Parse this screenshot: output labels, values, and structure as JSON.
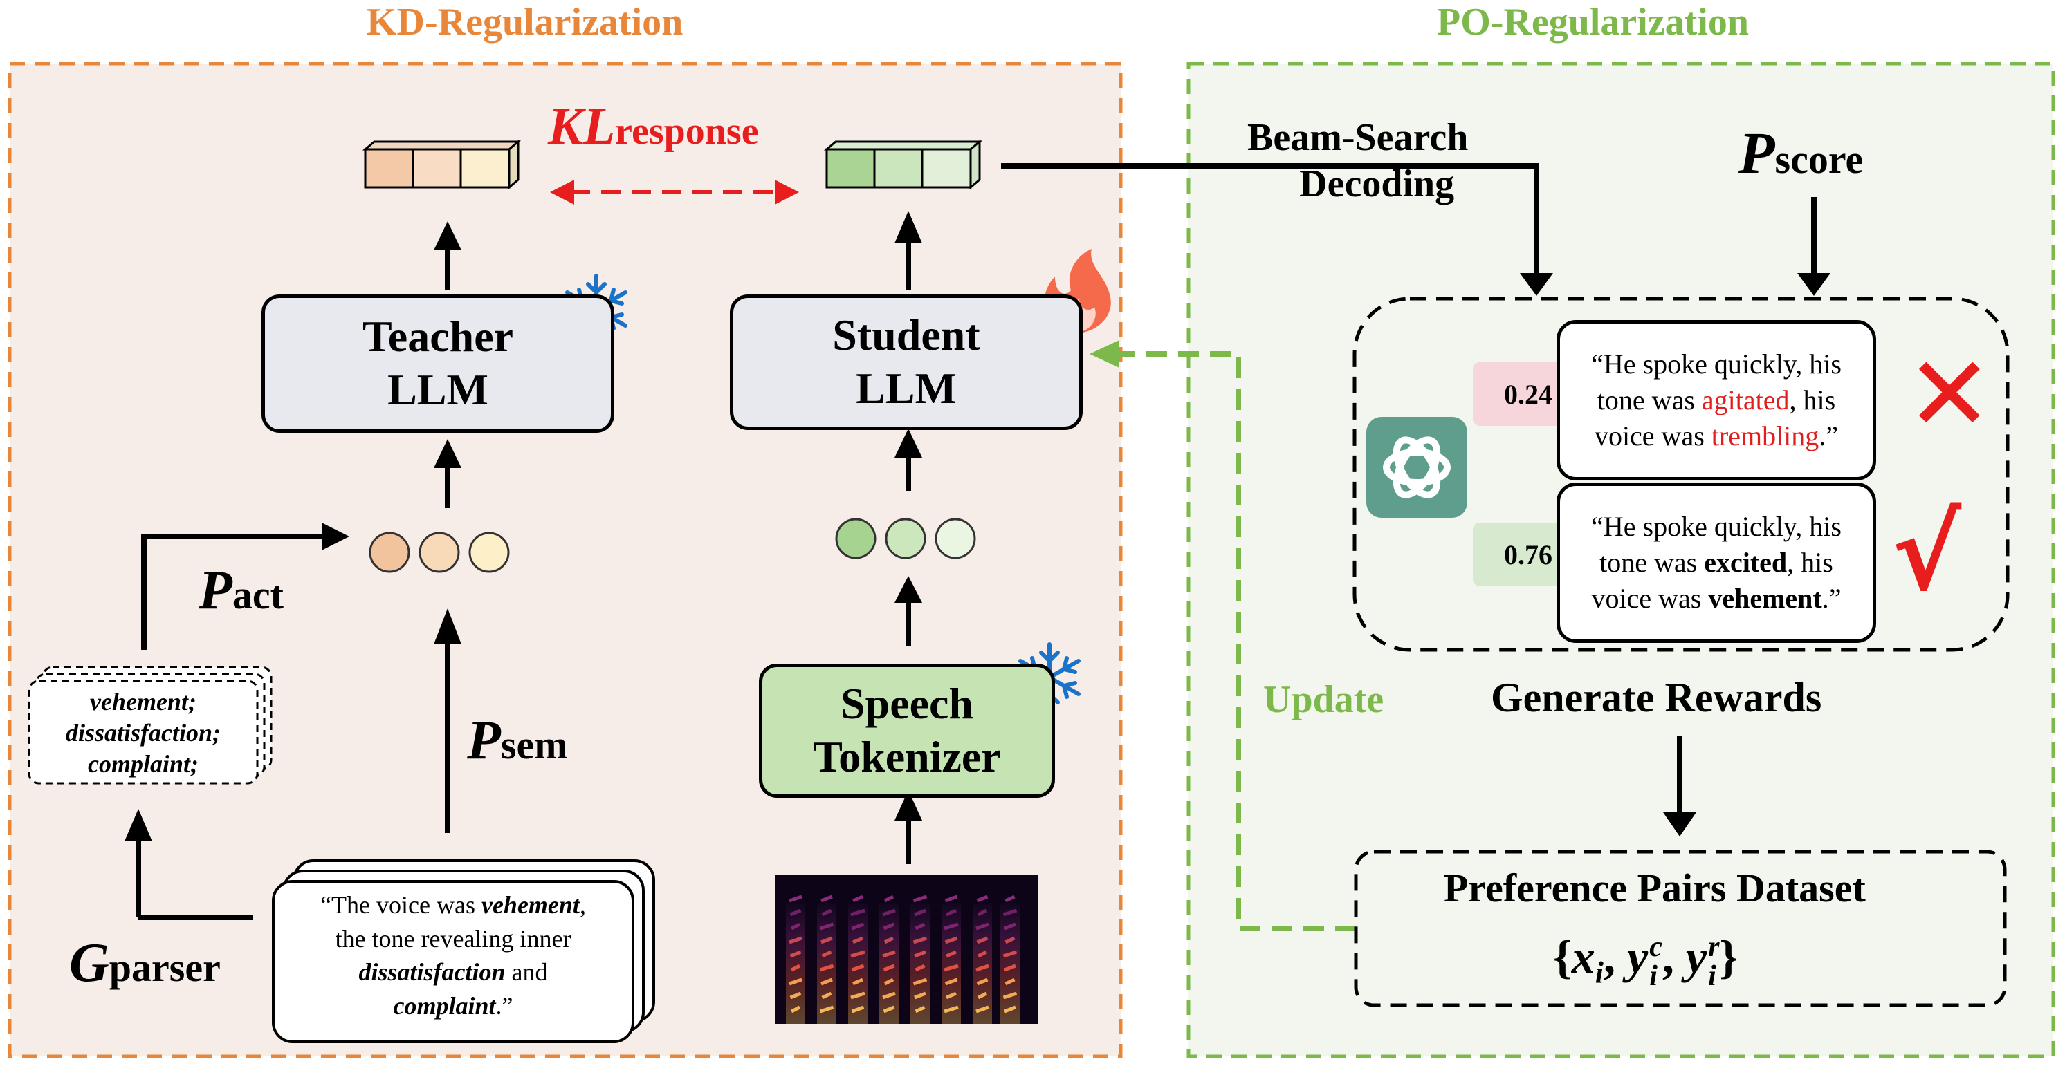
{
  "headers": {
    "kd": "KD-Regularization",
    "po": "PO-Regularization"
  },
  "colors": {
    "kd_accent": "#e8873a",
    "po_accent": "#7cb84a",
    "kl_red": "#e81e1e",
    "kd_panel_bg": "#f7ede8",
    "po_panel_bg": "#f3f6ee"
  },
  "kl": {
    "main": "KL",
    "sub": "response"
  },
  "teacher": {
    "line1": "Teacher",
    "line2": "LLM",
    "icon": "snowflake-icon"
  },
  "student": {
    "line1": "Student",
    "line2": "LLM",
    "icon": "flame-icon"
  },
  "tokenizer": {
    "line1": "Speech",
    "line2": "Tokenizer",
    "icon": "snowflake-icon"
  },
  "prompts": {
    "act": {
      "main": "P",
      "sub": "act"
    },
    "sem": {
      "main": "P",
      "sub": "sem"
    },
    "score": {
      "main": "P",
      "sub": "score"
    }
  },
  "parser": {
    "main": "G",
    "sub": "parser"
  },
  "keywords": {
    "line1": "vehement;",
    "line2": "dissatisfaction;",
    "line3": "complaint;"
  },
  "caption": {
    "part1": "“The voice was ",
    "em1": "vehement",
    "part2": ",",
    "line2": "the tone revealing inner",
    "em2": "dissatisfaction",
    "part3": " and",
    "em3": "complaint",
    "part4": ".”"
  },
  "beam": {
    "line1": "Beam-Search",
    "line2": "Decoding"
  },
  "rejected": {
    "score": "0.24",
    "line1": "“He spoke quickly, his",
    "l2a": "tone was ",
    "l2b": "agitated",
    "l2c": ", his",
    "l3a": "voice was ",
    "l3b": "trembling",
    "l3c": ".”",
    "mark": "✕"
  },
  "chosen": {
    "score": "0.76",
    "line1": "“He spoke quickly, his",
    "l2a": "tone was ",
    "l2b": "excited",
    "l2c": ", his",
    "l3a": "voice was ",
    "l3b": "vehement",
    "l3c": ".”",
    "mark": "√"
  },
  "generate": "Generate Rewards",
  "update": "Update",
  "dataset": {
    "title": "Preference Pairs Dataset",
    "open": "{",
    "x": "x",
    "x_sub": "i",
    "sep1": ", ",
    "yc": "y",
    "yc_sub": "i",
    "yc_sup": "c",
    "sep2": ", ",
    "yr": "y",
    "yr_sub": "i",
    "yr_sup": "r",
    "close": "}"
  },
  "icons": {
    "openai": "openai-logo-icon",
    "spectrogram": "spectrogram-image"
  }
}
